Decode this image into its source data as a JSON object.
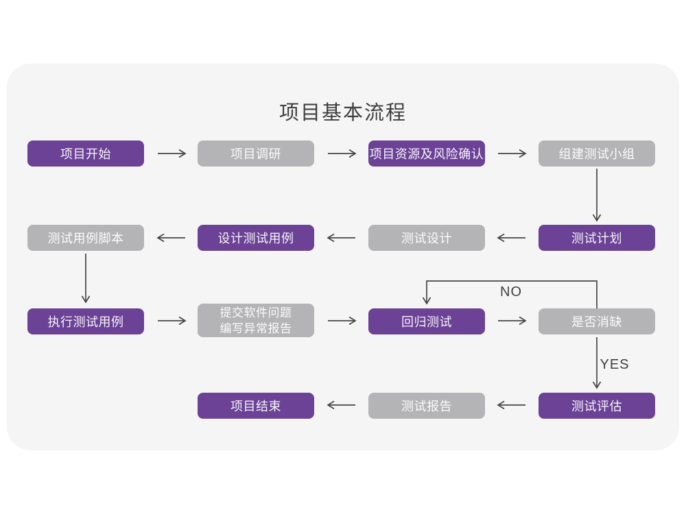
{
  "title": "项目基本流程",
  "colors": {
    "page_bg": "#ffffff",
    "panel_bg": "#f5f5f6",
    "purple": "#6b4296",
    "gray": "#b4b4b6",
    "box_text": "#f7f5fa",
    "arrow": "#454545",
    "title_text": "#3f3f3f",
    "edge_label_text": "#3f3f3f"
  },
  "nodes": [
    {
      "id": "project-start",
      "label": "项目开始",
      "variant": "purple"
    },
    {
      "id": "project-research",
      "label": "项目调研",
      "variant": "gray"
    },
    {
      "id": "resources-risk",
      "label": "项目资源及风险确认",
      "variant": "purple"
    },
    {
      "id": "build-test-team",
      "label": "组建测试小组",
      "variant": "gray"
    },
    {
      "id": "test-case-script",
      "label": "测试用例脚本",
      "variant": "gray"
    },
    {
      "id": "design-test-case",
      "label": "设计测试用例",
      "variant": "purple"
    },
    {
      "id": "test-design",
      "label": "测试设计",
      "variant": "gray"
    },
    {
      "id": "test-plan",
      "label": "测试计划",
      "variant": "purple"
    },
    {
      "id": "execute-test-case",
      "label": "执行测试用例",
      "variant": "purple"
    },
    {
      "id": "submit-issue-report",
      "label_line1": "提交软件问题",
      "label_line2": "编写异常报告",
      "variant": "gray"
    },
    {
      "id": "regression-test",
      "label": "回归测试",
      "variant": "purple"
    },
    {
      "id": "defect-resolved",
      "label": "是否消缺",
      "variant": "gray"
    },
    {
      "id": "project-end",
      "label": "项目结束",
      "variant": "purple"
    },
    {
      "id": "test-report",
      "label": "测试报告",
      "variant": "gray"
    },
    {
      "id": "test-evaluation",
      "label": "测试评估",
      "variant": "purple"
    }
  ],
  "edge_labels": {
    "no": "NO",
    "yes": "YES"
  },
  "edges": [
    {
      "from": "项目开始",
      "to": "项目调研"
    },
    {
      "from": "项目调研",
      "to": "项目资源及风险确认"
    },
    {
      "from": "项目资源及风险确认",
      "to": "组建测试小组"
    },
    {
      "from": "组建测试小组",
      "to": "测试计划"
    },
    {
      "from": "测试计划",
      "to": "测试设计"
    },
    {
      "from": "测试设计",
      "to": "设计测试用例"
    },
    {
      "from": "设计测试用例",
      "to": "测试用例脚本"
    },
    {
      "from": "测试用例脚本",
      "to": "执行测试用例"
    },
    {
      "from": "执行测试用例",
      "to": "提交软件问题编写异常报告"
    },
    {
      "from": "提交软件问题编写异常报告",
      "to": "回归测试"
    },
    {
      "from": "回归测试",
      "to": "是否消缺"
    },
    {
      "from": "是否消缺",
      "to": "回归测试",
      "label": "NO"
    },
    {
      "from": "是否消缺",
      "to": "测试评估",
      "label": "YES"
    },
    {
      "from": "测试评估",
      "to": "测试报告"
    },
    {
      "from": "测试报告",
      "to": "项目结束"
    }
  ]
}
